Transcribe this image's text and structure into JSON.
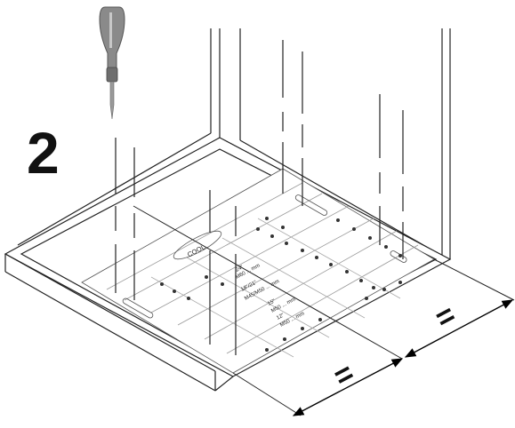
{
  "step_number": "2",
  "template": {
    "cool_label": "COOL",
    "label_24": "24\"",
    "label_24_sub": "M60 ... mm",
    "label_18_21": "18\"/21\"",
    "label_18_21_sub": "M45/M50 ... mm",
    "label_15": "15\"",
    "label_15_sub": "M50 ... mm",
    "label_12": "12\"",
    "label_12_sub": "M50 ... mm"
  },
  "equal_sign": "="
}
